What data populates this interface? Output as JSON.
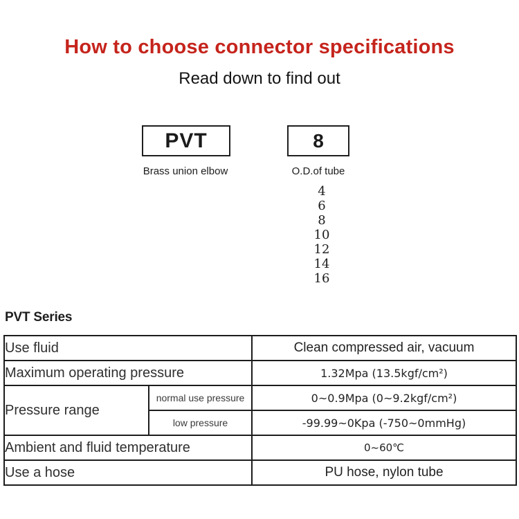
{
  "colors": {
    "title_red": "#c5241c",
    "shaded_row": "#f4ecdf",
    "table_border": "#1c1c1c"
  },
  "header": {
    "title": "How to choose connector specifications",
    "subtitle": "Read down to find out"
  },
  "selector": {
    "model_box": {
      "code": "PVT",
      "caption": "Brass union elbow"
    },
    "size_box": {
      "code": "8",
      "caption": "O.D.of tube"
    },
    "size_options": [
      "4",
      "6",
      "8",
      "10",
      "12",
      "14",
      "16"
    ]
  },
  "series": {
    "heading": "PVT Series"
  },
  "spec_table": {
    "rows": [
      {
        "label": "Use fluid",
        "value": "Clean compressed air, vacuum",
        "shaded": true
      },
      {
        "label": "Maximum operating pressure",
        "value": "1.32Mpa (13.5kgf/cm²)",
        "shaded": false
      },
      {
        "label": "Pressure range",
        "sub_rows": [
          {
            "sub_label": "normal use pressure",
            "value": "0~0.9Mpa (0~9.2kgf/cm²)",
            "shaded": true
          },
          {
            "sub_label": "low pressure",
            "value": "-99.99~0Kpa (-750~0mmHg)",
            "shaded": false
          }
        ]
      },
      {
        "label": "Ambient and fluid temperature",
        "value": "0~60℃",
        "shaded": true
      },
      {
        "label": "Use a hose",
        "value": "PU hose, nylon tube",
        "shaded": false
      }
    ]
  }
}
